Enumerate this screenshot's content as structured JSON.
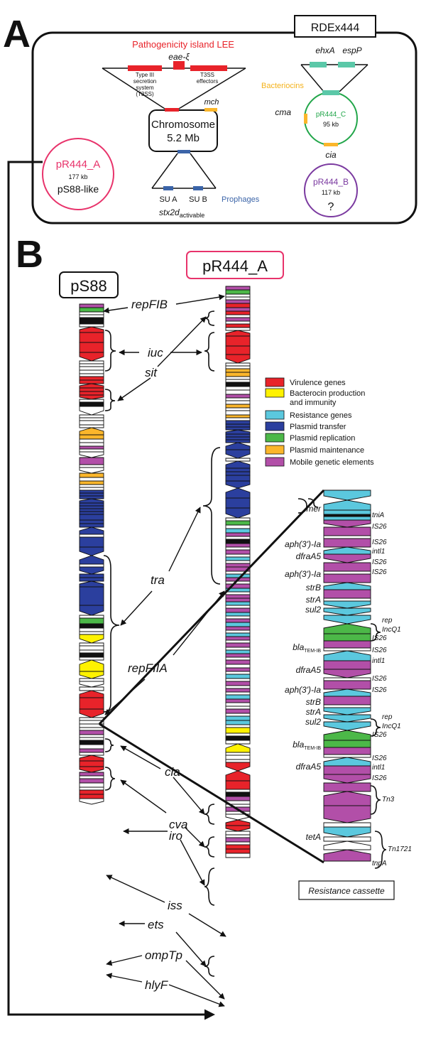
{
  "panel_a": {
    "letter": "A",
    "strain": "RDEx444",
    "lee_title": "Pathogenicity island LEE",
    "eae": "eae-ξ",
    "t3ss": [
      "Type III",
      "secretion",
      "system",
      "(T3SS)"
    ],
    "effectors": [
      "T3SS",
      "effectors"
    ],
    "bacteriocins": "Bacteriocins",
    "mch": "mch",
    "chromosome": "Chromosome",
    "chrom_size": "5.2 Mb",
    "sua": "SU A",
    "sub": "SU B",
    "prophages": "Prophages",
    "stx2d": "stx2d",
    "stx2d_sub": "activable",
    "plasmid_a": {
      "name": "pR444_A",
      "size": "177 kb",
      "desc": "pS88-like"
    },
    "plasmid_b": {
      "name": "pR444_B",
      "size": "117 kb",
      "desc": "?"
    },
    "plasmid_c": {
      "name": "pR444_C",
      "size": "95 kb"
    },
    "ehxa": "ehxA",
    "espp": "espP",
    "cma": "cma",
    "cia": "cia"
  },
  "panel_b": {
    "letter": "B",
    "ps88_title": "pS88",
    "pr444_title": "pR444_A",
    "gene_labels": {
      "repfib": "repFIB",
      "iuc": "iuc",
      "sit": "sit",
      "tra": "tra",
      "repfiia": "repFIIA",
      "cia": "cia",
      "cva": "cva",
      "iro": "iro",
      "iss": "iss",
      "ets": "ets",
      "omptp": "ompTp",
      "hlyf": "hlyF"
    },
    "legend": [
      {
        "label": "Virulence genes",
        "color": "#e8232a"
      },
      {
        "label": "Bacterocin production",
        "label2": "and immunity",
        "color": "#fff200"
      },
      {
        "label": "Resistance genes",
        "color": "#5bc8de"
      },
      {
        "label": "Plasmid transfer",
        "color": "#2b3f9e"
      },
      {
        "label": "Plasmid replication",
        "color": "#4cb848"
      },
      {
        "label": "Plasmid maintenance",
        "color": "#fbb62b"
      },
      {
        "label": "Mobile genetic elements",
        "color": "#b24fa8"
      }
    ],
    "cassette_left": [
      "mer",
      "aph(3')-Ia",
      "dfraA5",
      "aph(3')-Ia",
      "strB",
      "strA",
      "sul2",
      "bla",
      "dfraA5",
      "aph(3')-Ia",
      "strB",
      "strA",
      "sul2",
      "bla",
      "dfraA5",
      "tetA"
    ],
    "cassette_right": [
      "tniA",
      "IS26",
      "IS26",
      "intl1",
      "IS26",
      "IS26",
      "rep",
      "IncQ1",
      "IS26",
      "IS26",
      "intl1",
      "IS26",
      "IS26",
      "rep",
      "IncQ1",
      "IS26",
      "IS26",
      "intl1",
      "IS26",
      "Tn3",
      "Tn1721",
      "tnpA"
    ],
    "bla_sub": "TEM-IB",
    "cassette_title": "Resistance cassette"
  }
}
